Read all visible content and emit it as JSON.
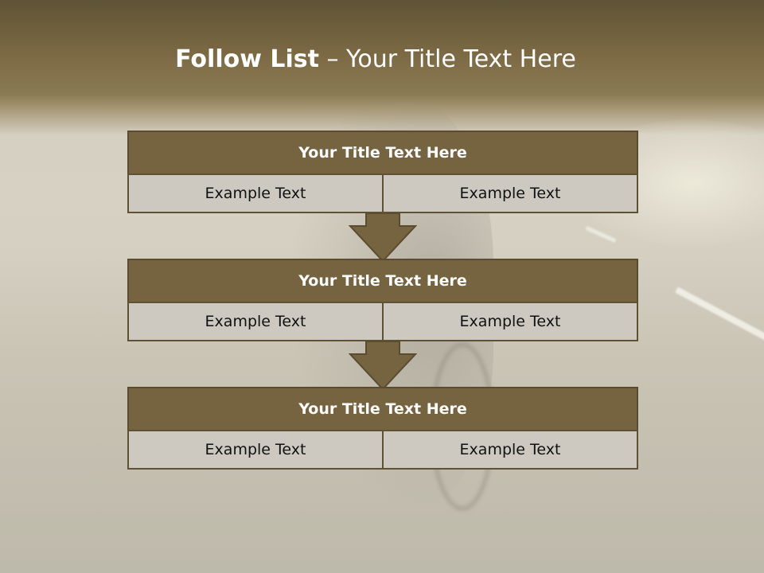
{
  "slide": {
    "title_bold": "Follow List",
    "title_rest": " – Your Title Text Here"
  },
  "blocks": [
    {
      "title": "Your Title Text Here",
      "left": "Example Text",
      "right": "Example Text"
    },
    {
      "title": "Your Title Text Here",
      "left": "Example Text",
      "right": "Example Text"
    },
    {
      "title": "Your Title Text Here",
      "left": "Example Text",
      "right": "Example Text"
    }
  ],
  "colors": {
    "header_fill": "#766440",
    "cell_fill": "#cdc9c1",
    "border": "#5f5133",
    "arrow_fill": "#766440"
  }
}
